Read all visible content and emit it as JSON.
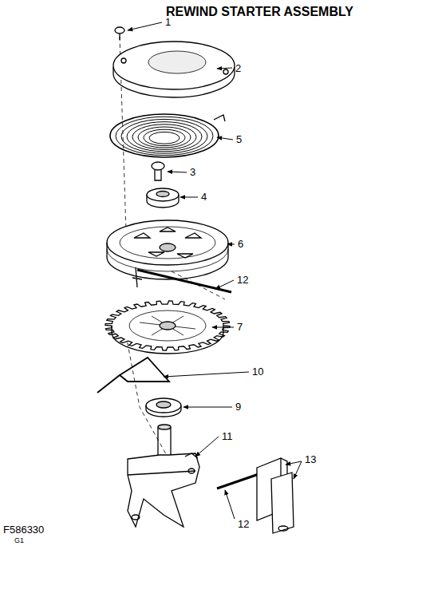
{
  "diagram": {
    "title": "REWIND STARTER ASSEMBLY",
    "labels": [
      "1",
      "2",
      "5",
      "3",
      "4",
      "6",
      "12",
      "7",
      "10",
      "9",
      "11",
      "13",
      "12",
      "F586330",
      "G1"
    ]
  }
}
